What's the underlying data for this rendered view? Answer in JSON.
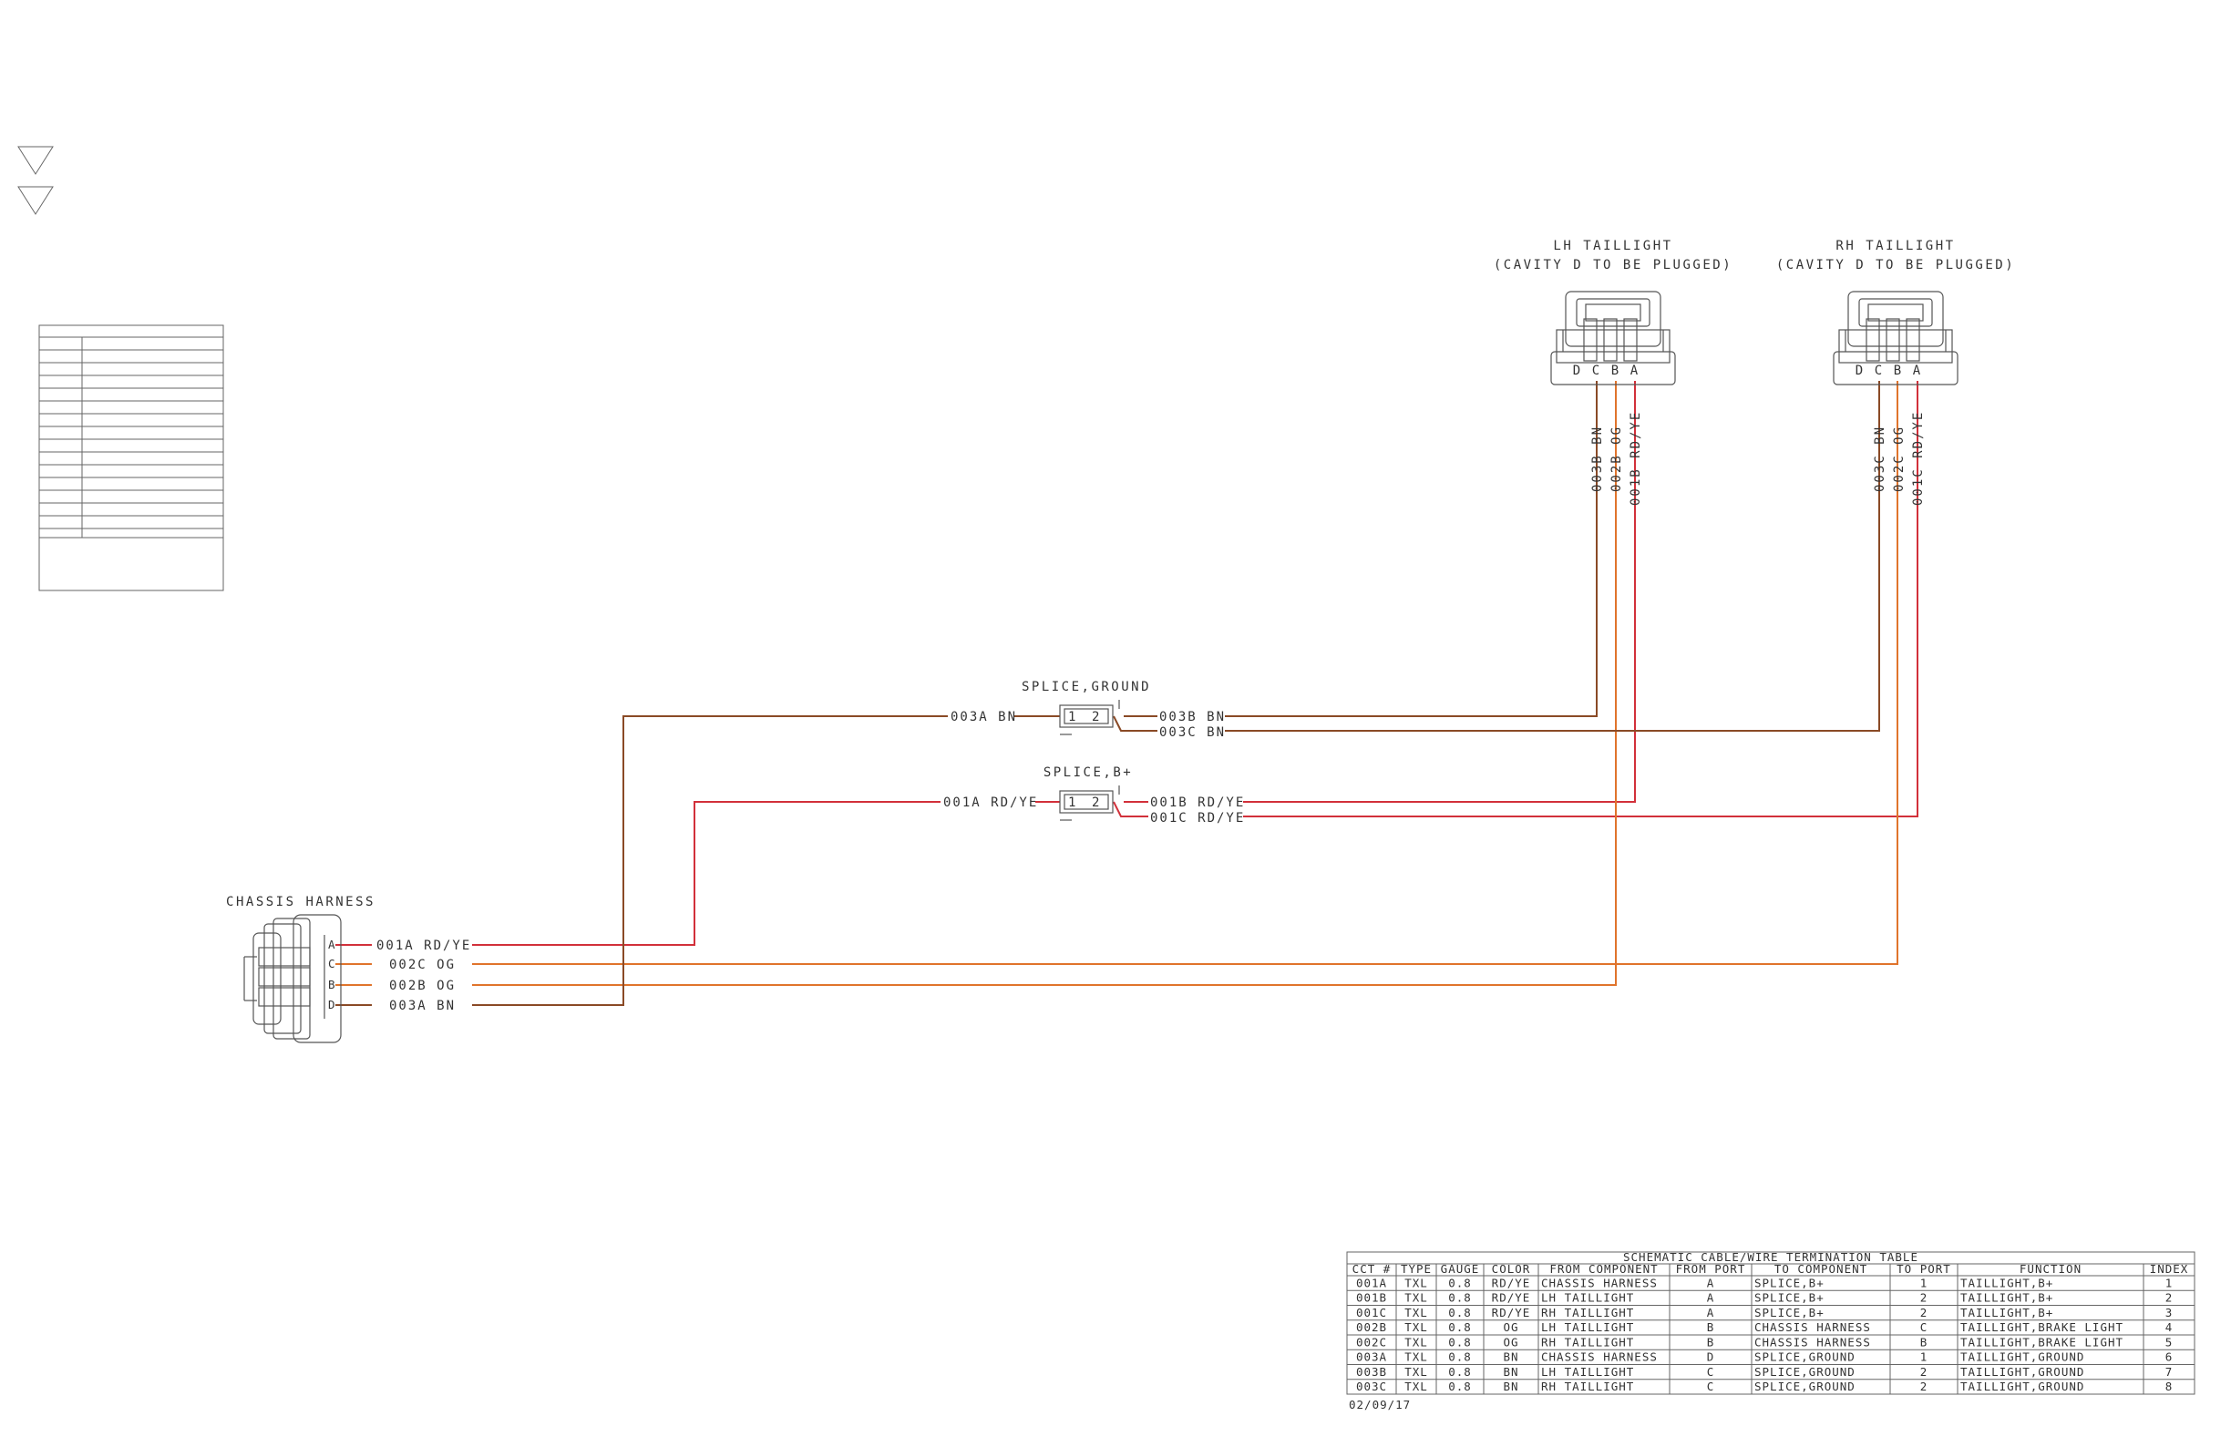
{
  "colors": {
    "RD/YE": "#d2303a",
    "OG": "#e0742c",
    "BN": "#8a4a26",
    "line": "#555555"
  },
  "components": {
    "lh_taillight": {
      "title": "LH TAILLIGHT",
      "note": "(CAVITY D TO BE PLUGGED)",
      "pins": [
        "D",
        "C",
        "B",
        "A"
      ],
      "wires": [
        "003B BN",
        "002B OG",
        "001B RD/YE"
      ]
    },
    "rh_taillight": {
      "title": "RH TAILLIGHT",
      "note": "(CAVITY D TO BE PLUGGED)",
      "pins": [
        "D",
        "C",
        "B",
        "A"
      ],
      "wires": [
        "003C BN",
        "002C OG",
        "001C RD/YE"
      ]
    },
    "splice_ground": {
      "title": "SPLICE,GROUND",
      "port1": "1",
      "port2": "2",
      "in_wire": "003A BN",
      "out_wires": [
        "003B BN",
        "003C BN"
      ]
    },
    "splice_bplus": {
      "title": "SPLICE,B+",
      "port1": "1",
      "port2": "2",
      "in_wire": "001A RD/YE",
      "out_wires": [
        "001B RD/YE",
        "001C RD/YE"
      ]
    },
    "chassis_harness": {
      "title": "CHASSIS HARNESS",
      "pins": [
        "A",
        "C",
        "B",
        "D"
      ],
      "wires": [
        "001A RD/YE",
        "002C OG",
        "002B OG",
        "003A BN"
      ]
    }
  },
  "table": {
    "title": "SCHEMATIC CABLE/WIRE TERMINATION TABLE",
    "columns": [
      "CCT #",
      "TYPE",
      "GAUGE",
      "COLOR",
      "FROM COMPONENT",
      "FROM PORT",
      "TO COMPONENT",
      "TO PORT",
      "FUNCTION",
      "INDEX"
    ],
    "rows": [
      [
        "001A",
        "TXL",
        "0.8",
        "RD/YE",
        "CHASSIS HARNESS",
        "A",
        "SPLICE,B+",
        "1",
        "TAILLIGHT,B+",
        "1"
      ],
      [
        "001B",
        "TXL",
        "0.8",
        "RD/YE",
        "LH TAILLIGHT",
        "A",
        "SPLICE,B+",
        "2",
        "TAILLIGHT,B+",
        "2"
      ],
      [
        "001C",
        "TXL",
        "0.8",
        "RD/YE",
        "RH TAILLIGHT",
        "A",
        "SPLICE,B+",
        "2",
        "TAILLIGHT,B+",
        "3"
      ],
      [
        "002B",
        "TXL",
        "0.8",
        "OG",
        "LH TAILLIGHT",
        "B",
        "CHASSIS HARNESS",
        "C",
        "TAILLIGHT,BRAKE LIGHT",
        "4"
      ],
      [
        "002C",
        "TXL",
        "0.8",
        "OG",
        "RH TAILLIGHT",
        "B",
        "CHASSIS HARNESS",
        "B",
        "TAILLIGHT,BRAKE LIGHT",
        "5"
      ],
      [
        "003A",
        "TXL",
        "0.8",
        "BN",
        "CHASSIS HARNESS",
        "D",
        "SPLICE,GROUND",
        "1",
        "TAILLIGHT,GROUND",
        "6"
      ],
      [
        "003B",
        "TXL",
        "0.8",
        "BN",
        "LH TAILLIGHT",
        "C",
        "SPLICE,GROUND",
        "2",
        "TAILLIGHT,GROUND",
        "7"
      ],
      [
        "003C",
        "TXL",
        "0.8",
        "BN",
        "RH TAILLIGHT",
        "C",
        "SPLICE,GROUND",
        "2",
        "TAILLIGHT,GROUND",
        "8"
      ]
    ],
    "date": "02/09/17"
  }
}
